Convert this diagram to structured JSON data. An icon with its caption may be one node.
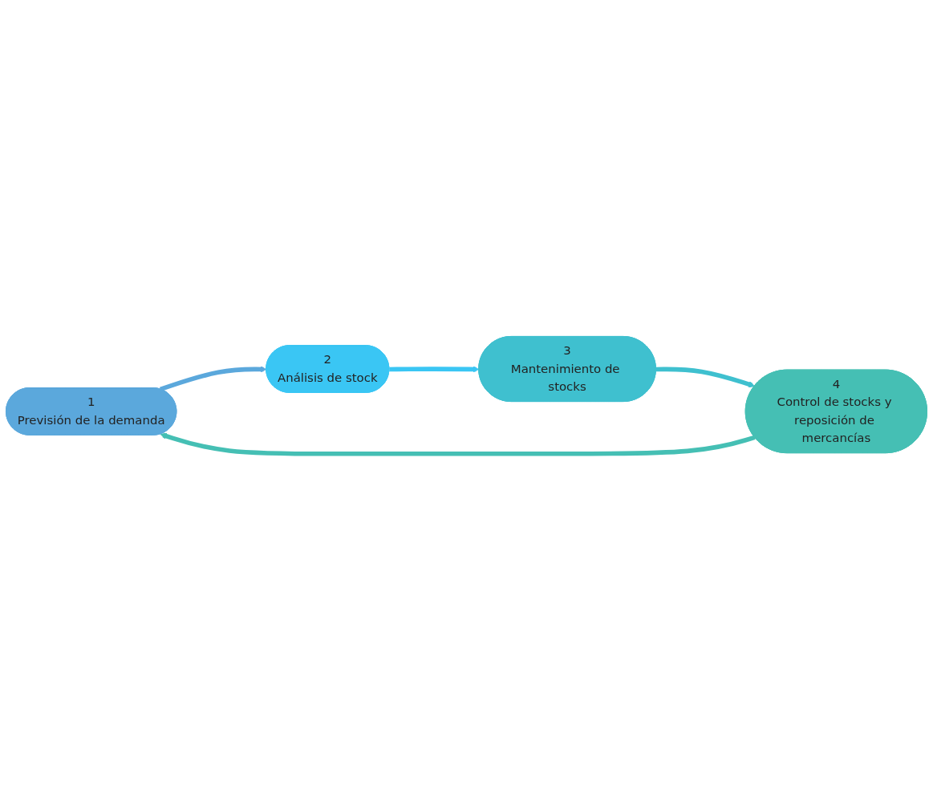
{
  "diagram": {
    "nodes": [
      {
        "text": [
          "1",
          "Previsión de la demanda"
        ]
      },
      {
        "text": [
          "2",
          "Análisis de stock"
        ]
      },
      {
        "text": [
          "3",
          "Mantenimiento de stocks"
        ]
      },
      {
        "text": [
          "4",
          "Control de stocks y reposición de mercancías"
        ]
      }
    ],
    "edges": [
      {
        "from": 0,
        "to": 1,
        "arrow": "to",
        "color": "#5ba8dc"
      },
      {
        "from": 1,
        "to": 2,
        "arrow": "to",
        "color": "#3ac6f4"
      },
      {
        "from": 2,
        "to": 3,
        "arrow": "to",
        "color": "#3fc0cf"
      },
      {
        "from": 3,
        "to": 0,
        "arrow": "to",
        "color": "#45bfb4"
      }
    ]
  }
}
